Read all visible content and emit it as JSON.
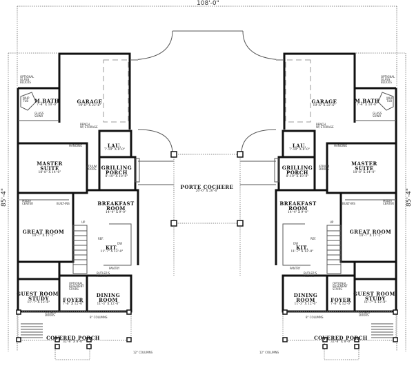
{
  "plan": {
    "overall_width": "108'-0\"",
    "overall_depth": "85'-4\"",
    "center": {
      "name": "PORTE COCHERE",
      "dims": "20'-0\" X 20'-0\""
    }
  },
  "left_unit": {
    "garage": {
      "name": "GARAGE",
      "dims": "19'-6\" X 22'-6\""
    },
    "mbath": {
      "name": "M.BATH",
      "dims": "7'-4\" X 10'-0\""
    },
    "master": {
      "name": "MASTER",
      "name2": "SUITE",
      "dims": "18'-8\" X 14'-0\""
    },
    "lau": {
      "name": "LAU.",
      "dims": "7'-10\" X 8'-0\""
    },
    "grilling": {
      "name": "GRILLING",
      "name2": "PORCH",
      "dims": "8'-10\" X 10'-0\""
    },
    "breakfast": {
      "name": "BREAKFAST",
      "name2": "ROOM",
      "dims": "14'-4\" X 9'-0\""
    },
    "great": {
      "name": "GREAT ROOM",
      "dims": "18'-7\" X 17'-2\""
    },
    "kit": {
      "name": "KIT.",
      "dims": "11'-7\" X 12'-0\""
    },
    "guest": {
      "name": "GUEST ROOM/",
      "name2": "STUDY",
      "dims": "11'-7\" X 12'-0\""
    },
    "foyer": {
      "name": "FOYER",
      "dims": "7'-8\" X 12'-0\""
    },
    "dining": {
      "name": "DINING",
      "name2": "ROOM",
      "dims": "11'-3\" X 12'-0\""
    },
    "porch": {
      "name": "COVERED PORCH",
      "dims": "32'-8\" X 8'-0\""
    },
    "notes": {
      "glass_blocks": "OPTIONAL\nGLASS\nBLOCKS",
      "whp_tub": "WHP\nTUB",
      "glass_shwr": "GLASS\nSHWR",
      "bench": "BENCH\nW/ STORAGE",
      "hanging": "HANGING",
      "atrium": "ATRIUM\nDOORS",
      "media": "MEDIA\nCENTER",
      "builtins": "BUILT-INS",
      "up": "UP",
      "ref": "REF.",
      "dw": "DW",
      "pantry": "PANTRY",
      "butlers": "BUTLER'S\nPANTRY",
      "bsmt": "OPTIONAL\nBASEMENT\nSTAIRS",
      "french": "FRENCH\nDOORS",
      "columns8": "8\" COLUMNS",
      "columns12": "12\" COLUMNS"
    }
  },
  "right_unit": {
    "garage": {
      "name": "GARAGE",
      "dims": "19'-6\" X 22'-6\""
    },
    "mbath": {
      "name": "M.BATH",
      "dims": "7'-4\" X 10'-0\""
    },
    "master": {
      "name": "MASTER",
      "name2": "SUITE",
      "dims": "18'-8\" X 14'-0\""
    },
    "lau": {
      "name": "LAU.",
      "dims": "7'-10\" X 8'-0\""
    },
    "grilling": {
      "name": "GRILLING",
      "name2": "PORCH",
      "dims": "8'-10\" X 10'-0\""
    },
    "breakfast": {
      "name": "BREAKFAST",
      "name2": "ROOM",
      "dims": "14'-4\" X 9'-0\""
    },
    "great": {
      "name": "GREAT ROOM",
      "dims": "18'-7\" X 17'-2\""
    },
    "kit": {
      "name": "KIT.",
      "dims": "11'-7\" X 12'-0\""
    },
    "guest": {
      "name": "GUEST ROOM/",
      "name2": "STUDY",
      "dims": "11'-7\" X 12'-0\""
    },
    "foyer": {
      "name": "FOYER",
      "dims": "7'-8\" X 12'-0\""
    },
    "dining": {
      "name": "DINING",
      "name2": "ROOM",
      "dims": "11'-3\" X 12'-0\""
    },
    "porch": {
      "name": "COVERED PORCH",
      "dims": "32'-8\" X 8'-0\""
    },
    "notes": {
      "glass_blocks": "OPTIONAL\nGLASS\nBLOCKS",
      "whp_tub": "WHP\nTUB",
      "glass_shwr": "GLASS\nSHWR",
      "bench": "BENCH\nW/ STORAGE",
      "hanging": "HANGING",
      "atrium": "ATRIUM\nDOORS",
      "media": "MEDIA\nCENTER",
      "builtins": "BUILT-INS",
      "up": "UP",
      "ref": "REF.",
      "dw": "DW",
      "pantry": "PANTRY",
      "butlers": "BUTLER'S\nPANTRY",
      "bsmt": "OPTIONAL\nBASEMENT\nSTAIRS",
      "french": "FRENCH\nDOORS",
      "columns8": "8\" COLUMNS",
      "columns12": "12\" COLUMNS"
    }
  }
}
